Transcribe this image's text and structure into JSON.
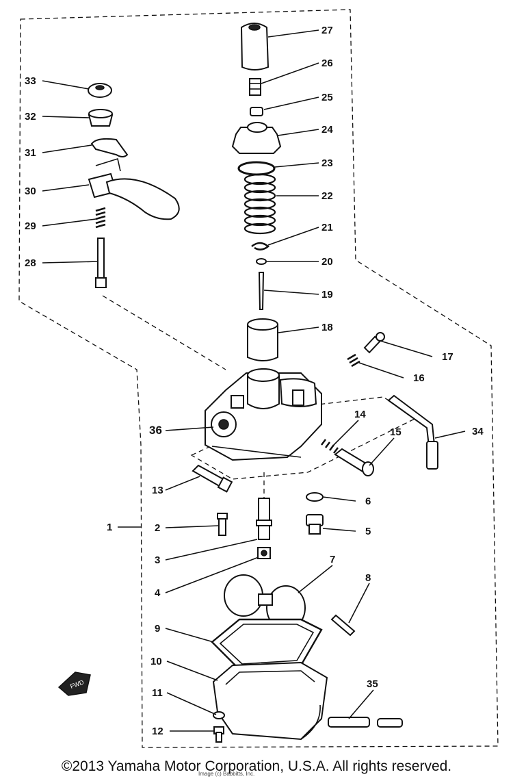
{
  "callouts": [
    {
      "id": "1",
      "label": "1",
      "part": "carburetor assembly"
    },
    {
      "id": "2",
      "label": "2"
    },
    {
      "id": "3",
      "label": "3"
    },
    {
      "id": "4",
      "label": "4"
    },
    {
      "id": "5",
      "label": "5"
    },
    {
      "id": "6",
      "label": "6"
    },
    {
      "id": "7",
      "label": "7"
    },
    {
      "id": "8",
      "label": "8"
    },
    {
      "id": "9",
      "label": "9"
    },
    {
      "id": "10",
      "label": "10"
    },
    {
      "id": "11",
      "label": "11"
    },
    {
      "id": "12",
      "label": "12"
    },
    {
      "id": "13",
      "label": "13"
    },
    {
      "id": "14",
      "label": "14"
    },
    {
      "id": "15",
      "label": "15"
    },
    {
      "id": "16",
      "label": "16"
    },
    {
      "id": "17",
      "label": "17"
    },
    {
      "id": "18",
      "label": "18"
    },
    {
      "id": "19",
      "label": "19"
    },
    {
      "id": "20",
      "label": "20"
    },
    {
      "id": "21",
      "label": "21"
    },
    {
      "id": "22",
      "label": "22"
    },
    {
      "id": "23",
      "label": "23"
    },
    {
      "id": "24",
      "label": "24"
    },
    {
      "id": "25",
      "label": "25"
    },
    {
      "id": "26",
      "label": "26"
    },
    {
      "id": "27",
      "label": "27"
    },
    {
      "id": "28",
      "label": "28"
    },
    {
      "id": "29",
      "label": "29"
    },
    {
      "id": "30",
      "label": "30"
    },
    {
      "id": "31",
      "label": "31"
    },
    {
      "id": "32",
      "label": "32"
    },
    {
      "id": "33",
      "label": "33"
    },
    {
      "id": "34",
      "label": "34"
    },
    {
      "id": "35",
      "label": "35"
    },
    {
      "id": "36",
      "label": "36"
    }
  ],
  "fwd_marker": "FWD",
  "copyright": "©2013 Yamaha Motor Corporation, U.S.A. All rights reserved.",
  "credit": "Image (c) Babbitts, Inc."
}
